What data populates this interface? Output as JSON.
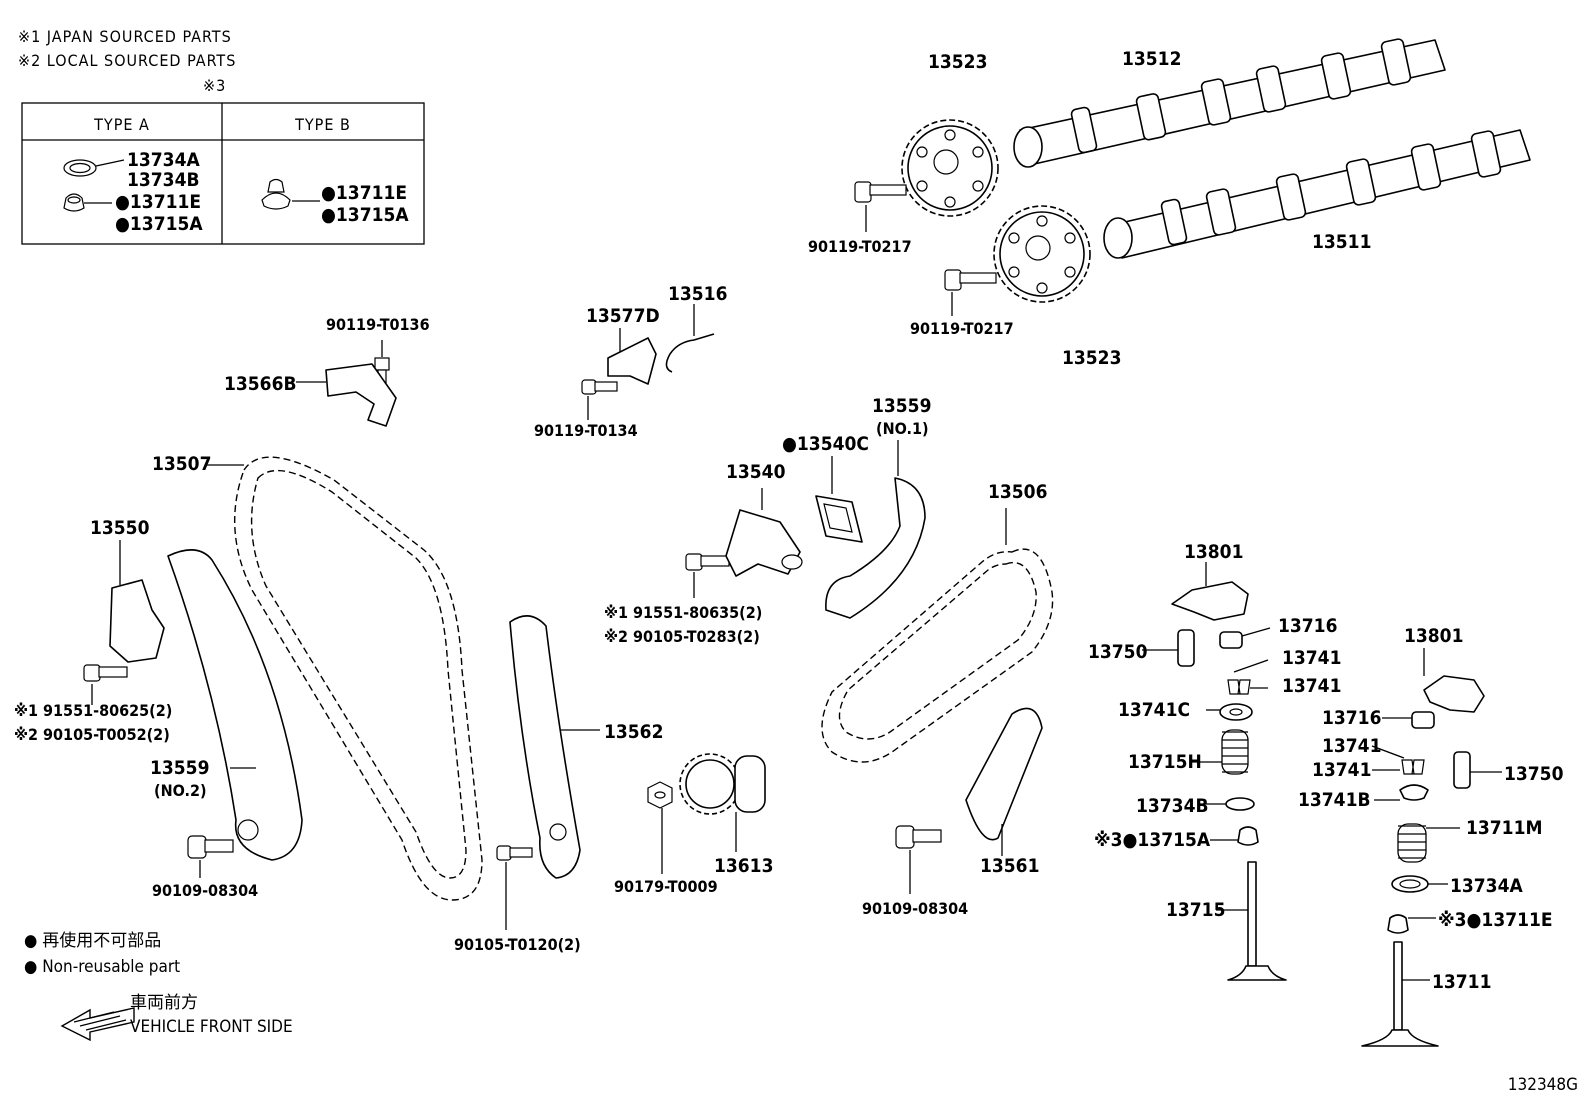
{
  "notes": {
    "n1": "※1 JAPAN SOURCED PARTS",
    "n2": "※2 LOCAL SOURCED PARTS",
    "n3": "※3"
  },
  "type_table": {
    "type_a": {
      "header": "TYPE A",
      "parts": [
        "13734A",
        "13734B",
        "●13711E",
        "●13715A"
      ]
    },
    "type_b": {
      "header": "TYPE B",
      "parts": [
        "●13711E",
        "●13715A"
      ]
    }
  },
  "parts": {
    "p13523_top": "13523",
    "p13512": "13512",
    "p13511": "13511",
    "p90119_t0217_a": "90119-T0217",
    "p90119_t0217_b": "90119-T0217",
    "p13523_bottom": "13523",
    "p90119_t0136": "90119-T0136",
    "p13566b": "13566B",
    "p13577d": "13577D",
    "p13516": "13516",
    "p90119_t0134": "90119-T0134",
    "p13507": "13507",
    "p13540c": "●13540C",
    "p13559_no1": "13559",
    "p13559_no1_sub": "(NO.1)",
    "p13540": "13540",
    "p13550": "13550",
    "p13506": "13506",
    "p91551_80635": "※1 91551-80635(2)",
    "p90105_t0283": "※2 90105-T0283(2)",
    "p13801_a": "13801",
    "p13716_a": "13716",
    "p13750_a": "13750",
    "p13741_a": "13741",
    "p13741_b": "13741",
    "p13741c": "13741C",
    "p13801_b": "13801",
    "p91551_80625": "※1 91551-80625(2)",
    "p90105_t0052": "※2 90105-T0052(2)",
    "p13562": "13562",
    "p13559_no2": "13559",
    "p13559_no2_sub": "(NO.2)",
    "p13715h": "13715H",
    "p13716_b": "13716",
    "p13741_c": "13741",
    "p13741_d": "13741",
    "p13750_b": "13750",
    "p13734b": "13734B",
    "p13741b": "13741B",
    "p13711m": "13711M",
    "p13715a": "※3●13715A",
    "p13613": "13613",
    "p13561": "13561",
    "p90109_08304_a": "90109-08304",
    "p90179_t0009": "90179-T0009",
    "p90109_08304_b": "90109-08304",
    "p13734a": "13734A",
    "p13715": "13715",
    "p13711e": "※3●13711E",
    "p90105_t0120": "90105-T0120(2)",
    "p13711": "13711"
  },
  "legend": {
    "reuse_jp": "● 再使用不可部品",
    "reuse_en": "● Non-reusable part",
    "front_jp": "車両前方",
    "front_en": "VEHICLE FRONT SIDE"
  },
  "diagram_id": "132348G"
}
